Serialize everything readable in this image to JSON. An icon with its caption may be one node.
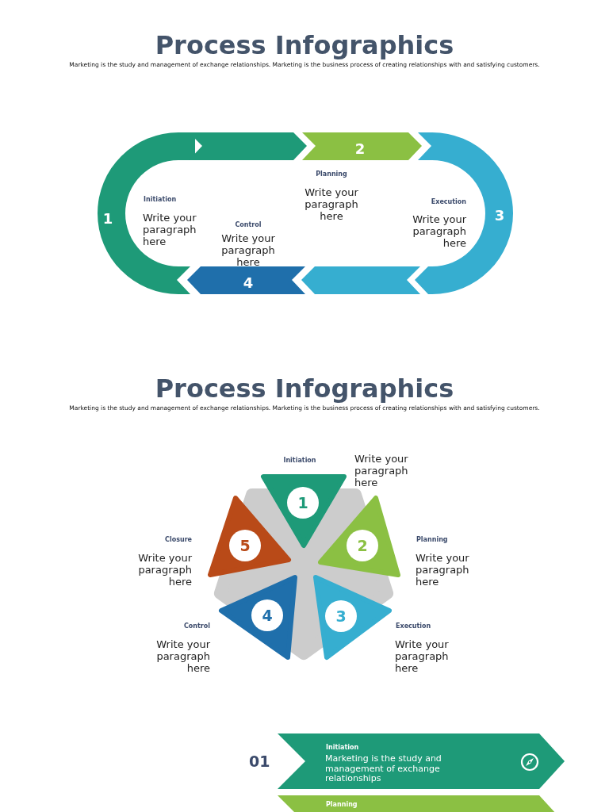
{
  "diagram": {
    "title": "Process Infographics",
    "nodes": [
      {
        "text": [
          "1"
        ]
      },
      {
        "text": [],
        "shape": "chevron"
      },
      {
        "text": [
          "2"
        ]
      },
      {
        "text": [
          "3"
        ]
      },
      {
        "text": [],
        "shape": "chevron"
      },
      {
        "text": [
          "4"
        ]
      },
      {
        "text": [
          "1"
        ]
      },
      {
        "text": [
          "2"
        ]
      },
      {
        "text": [
          "3"
        ]
      },
      {
        "text": [
          "4"
        ]
      },
      {
        "text": [
          "5"
        ]
      },
      {
        "text": [
          "Initiation",
          "Marketing is the study and management of exchange relationships"
        ],
        "beside": [
          "01"
        ]
      },
      {
        "text": [
          "Planning"
        ]
      }
    ],
    "edges": [],
    "labels": [
      "Marketing is the study and management of exchange relationships. Marketing is the business process of creating relationships with and satisfying customers.",
      "Planning",
      "Write your paragraph here",
      "Initiation",
      "Write your paragraph here",
      "Execution",
      "Write your paragraph here",
      "Control",
      "Write your paragraph here",
      "Process Infographics",
      "Marketing is the study and management of exchange relationships. Marketing is the business process of creating relationships with and satisfying customers.",
      "Initiation",
      "Write your paragraph here",
      "Closure",
      "Write your paragraph here",
      "Planning",
      "Write your paragraph here",
      "Control",
      "Write your paragraph here",
      "Execution",
      "Write your paragraph here"
    ]
  }
}
